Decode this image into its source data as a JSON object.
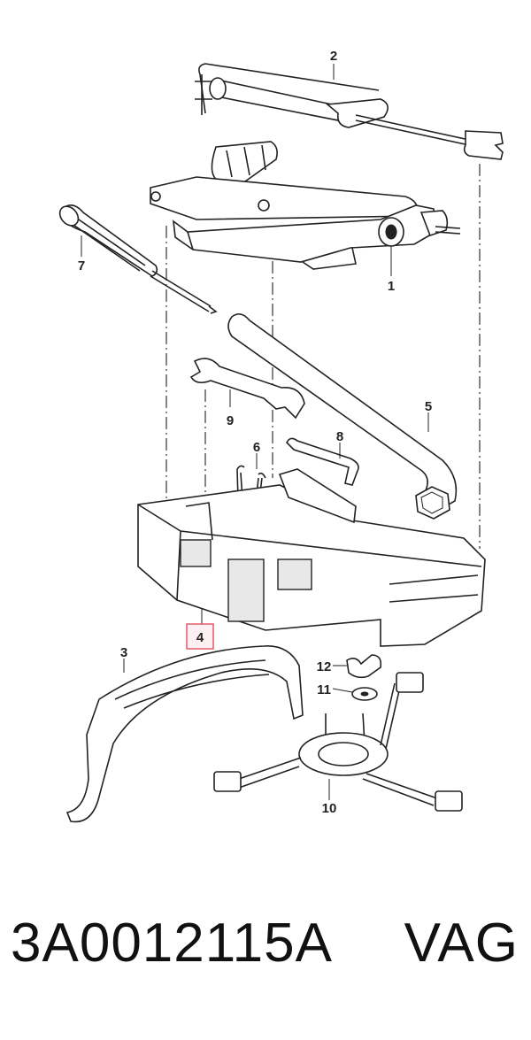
{
  "callouts": [
    "1",
    "2",
    "3",
    "4",
    "5",
    "6",
    "7",
    "8",
    "9",
    "10",
    "11",
    "12"
  ],
  "highlighted_callout": "4",
  "highlight_color": "#e05060",
  "footer": {
    "part_number": "3A0012115A",
    "brand": "VAG"
  }
}
